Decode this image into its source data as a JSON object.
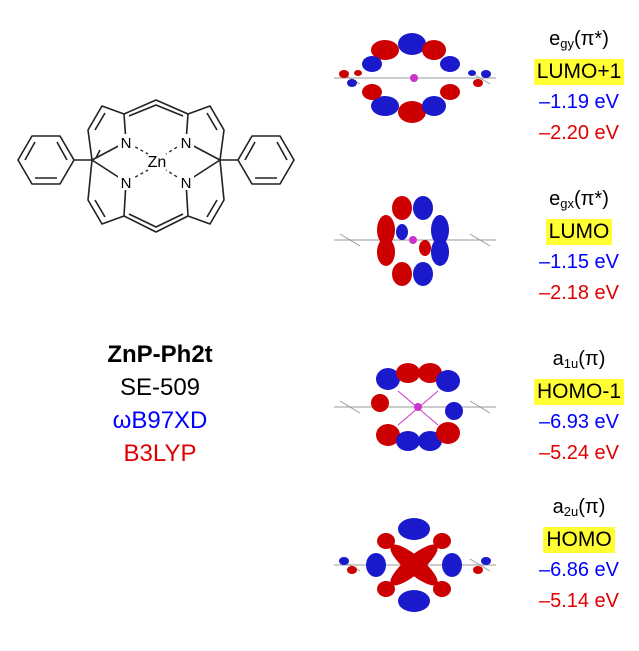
{
  "structure": {
    "metal_label": "Zn",
    "n_label": "N"
  },
  "molecule": {
    "name": "ZnP-Ph2t",
    "basis": "SE-509",
    "method1": "ωB97XD",
    "method2": "B3LYP",
    "colors": {
      "method1": "#0000ff",
      "method2": "#e00000"
    }
  },
  "orbitals": [
    {
      "sym_main": "e",
      "sym_sub": "gy",
      "sym_tail": "(π*)",
      "name": "LUMO+1",
      "energy1": "–1.19 eV",
      "energy2": "–2.20 eV"
    },
    {
      "sym_main": "e",
      "sym_sub": "gx",
      "sym_tail": "(π*)",
      "name": "LUMO",
      "energy1": "–1.15 eV",
      "energy2": "–2.18 eV"
    },
    {
      "sym_main": "a",
      "sym_sub": "1u",
      "sym_tail": "(π)",
      "name": "HOMO-1",
      "energy1": "–6.93 eV",
      "energy2": "–5.24 eV"
    },
    {
      "sym_main": "a",
      "sym_sub": "2u",
      "sym_tail": "(π)",
      "name": "HOMO",
      "energy1": "–6.86 eV",
      "energy2": "–5.14 eV"
    }
  ],
  "highlight_color": "#ffff33"
}
